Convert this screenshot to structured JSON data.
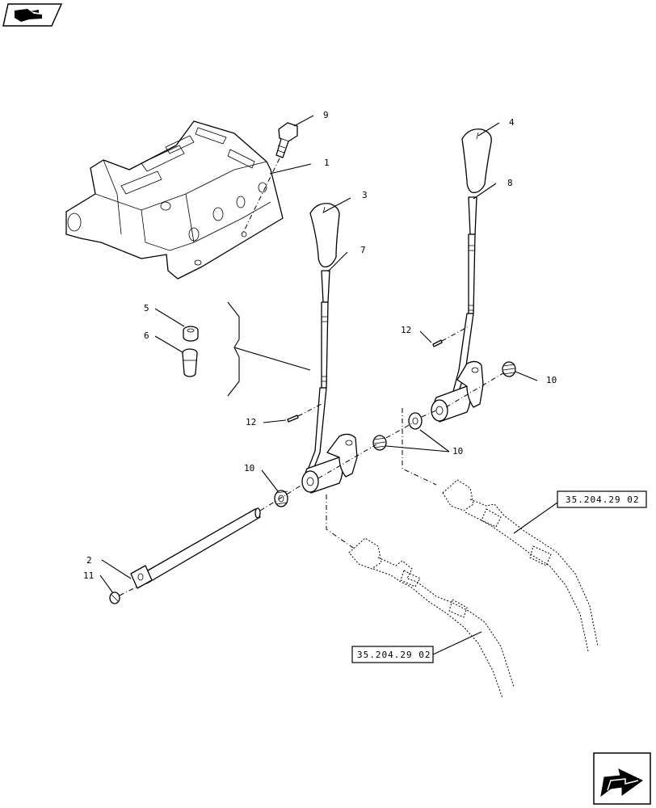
{
  "callouts": [
    {
      "id": "c1",
      "text": "1"
    },
    {
      "id": "c2",
      "text": "2"
    },
    {
      "id": "c3",
      "text": "3"
    },
    {
      "id": "c4",
      "text": "4"
    },
    {
      "id": "c5",
      "text": "5"
    },
    {
      "id": "c6",
      "text": "6"
    },
    {
      "id": "c7",
      "text": "7"
    },
    {
      "id": "c8",
      "text": "8"
    },
    {
      "id": "c9",
      "text": "9"
    },
    {
      "id": "c10a",
      "text": "10"
    },
    {
      "id": "c10b",
      "text": "10"
    },
    {
      "id": "c10c",
      "text": "10"
    },
    {
      "id": "c11",
      "text": "11"
    },
    {
      "id": "c12a",
      "text": "12"
    },
    {
      "id": "c12b",
      "text": "12"
    }
  ],
  "references": {
    "ref_top": "35.204.29 02",
    "ref_bottom": "35.204.29 02"
  },
  "icons": {
    "top_left": "previous-page-icon",
    "bottom_right": "next-page-icon"
  }
}
